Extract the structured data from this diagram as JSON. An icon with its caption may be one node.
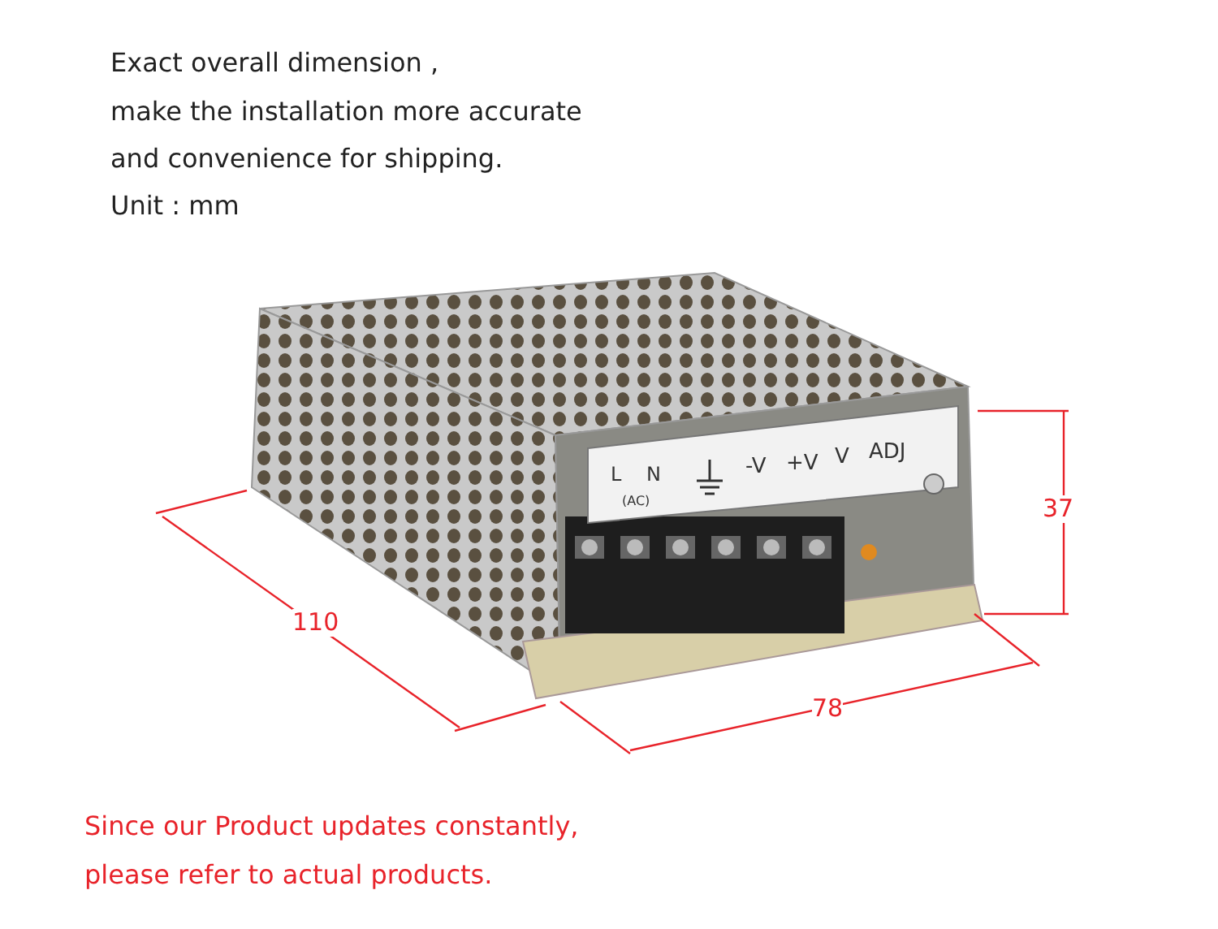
{
  "diagram": {
    "labels": [
      "Exact overall dimension ,",
      "make the installation more accurate",
      "and convenience for shipping.",
      "Unit : mm",
      "L",
      "N",
      "(AC)",
      "-V",
      "+V",
      "V",
      "ADJ",
      "37",
      "110",
      "78",
      "Since our Product updates constantly,",
      "please refer to actual products."
    ]
  }
}
